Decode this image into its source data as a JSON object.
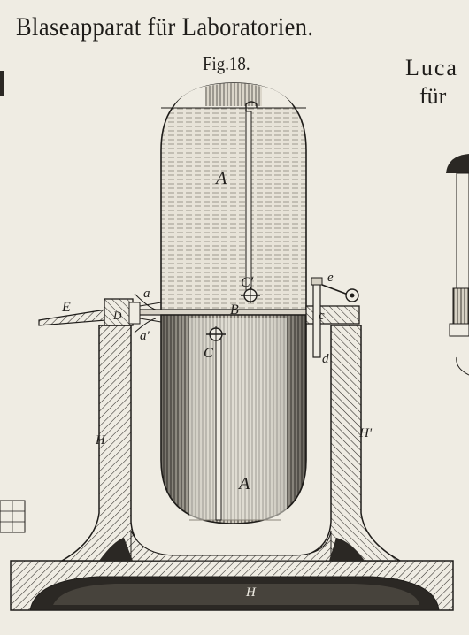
{
  "title": "Blaseapparat für Laboratorien.",
  "figure_label": "Fig.18.",
  "side_title_line1": "Luca",
  "side_title_line2": "für",
  "labels": {
    "A_top": "A",
    "A_bottom": "A",
    "B": "B",
    "C": "C",
    "C_prime": "C'",
    "E": "E",
    "D": "D",
    "a": "a",
    "a_prime": "a'",
    "c": "c",
    "d": "d",
    "e": "e",
    "H_left": "H",
    "H_right": "H'",
    "H_base": "H"
  }
}
